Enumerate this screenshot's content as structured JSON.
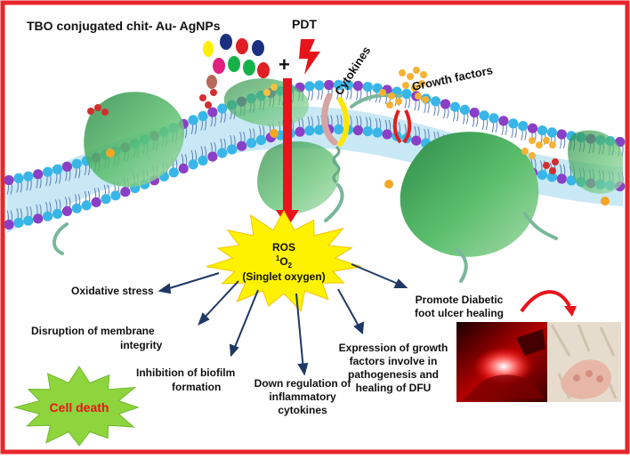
{
  "header": {
    "nanoparticle_label": "TBO conjugated chit- Au- AgNPs",
    "plus_sign": "+",
    "pdt_label": "PDT",
    "cytokines_label": "Cytokines",
    "growth_factors_label": "Growth factors"
  },
  "burst": {
    "ros_line": "ROS",
    "singlet_symbol": "O",
    "singlet_superscript": "1",
    "singlet_subscript": "2",
    "singlet_name": "(Singlet oxygen)"
  },
  "effects": {
    "oxidative_stress": "Oxidative stress",
    "membrane_line1": "Disruption of membrane",
    "membrane_line2": "integrity",
    "biofilm_line1": "Inhibition of biofilm",
    "biofilm_line2": "formation",
    "cytokines_line1": "Down regulation of",
    "cytokines_line2": "inflammatory",
    "cytokines_line3": "cytokines",
    "growth_line1": "Expression of growth",
    "growth_line2": "factors involve in",
    "growth_line3": "pathogenesis and",
    "growth_line4": "healing of DFU",
    "healing_line1": "Promote Diabetic",
    "healing_line2": "foot ulcer healing"
  },
  "cell_death": {
    "label": "Cell death"
  },
  "colors": {
    "frame_red": "#e8262a",
    "arrow_red": "#e8131b",
    "burst_yellow": "#fff200",
    "star_green": "#8ed43c",
    "cell_death_text": "#e8131b",
    "protein_green": "#5fb36f",
    "head_blue": "#38b6e8",
    "head_purple": "#8a3fc7",
    "arrow_navy": "#1f3864"
  }
}
